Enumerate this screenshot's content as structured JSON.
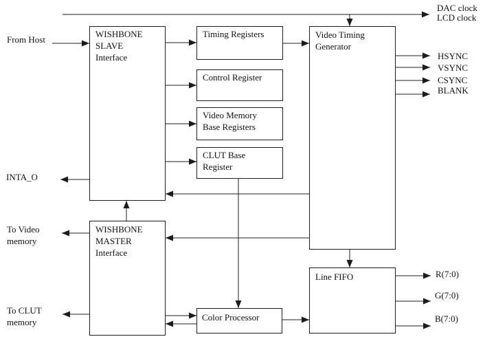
{
  "diagram_name": "wishbone-vga-lcd-controller-block-diagram",
  "colors": {
    "background": "#ffffff",
    "line": "#1c1c1c",
    "text": "#111111",
    "block_fill": "#ffffff"
  },
  "blocks": {
    "wishbone_slave": [
      "WISHBONE",
      "SLAVE",
      "Interface"
    ],
    "timing_registers": "Timing Registers",
    "control_register": "Control Register",
    "video_memory_base": [
      "Video Memory",
      "Base Registers"
    ],
    "clut_base": [
      "CLUT Base",
      "Register"
    ],
    "video_timing_generator": [
      "Video Timing",
      "Generator"
    ],
    "wishbone_master": [
      "WISHBONE",
      "MASTER",
      "Interface"
    ],
    "line_fifo": "Line FIFO",
    "color_processor": "Color Processor"
  },
  "ports": {
    "from_host": "From Host",
    "inta_o": "INTA_O",
    "to_video_memory": [
      "To Video",
      "memory"
    ],
    "to_clut_memory": [
      "To CLUT",
      "memory"
    ],
    "clock_out": [
      "DAC clock",
      "LCD clock"
    ],
    "hsync": "HSYNC",
    "vsync": "VSYNC",
    "csync": "CSYNC",
    "blank": "BLANK",
    "red": "R(7:0)",
    "green": "G(7:0)",
    "blue": "B(7:0)"
  }
}
